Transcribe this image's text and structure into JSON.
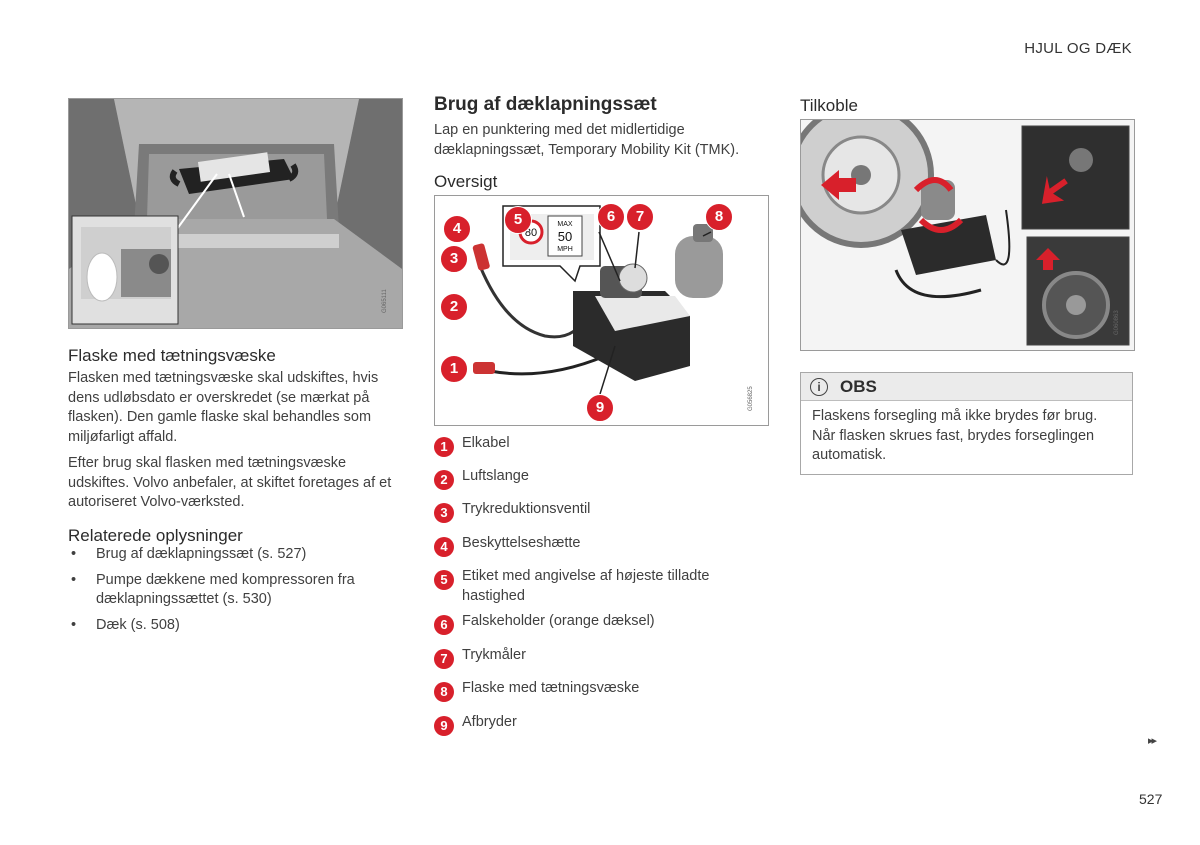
{
  "header": {
    "section": "HJUL OG DÆK"
  },
  "left": {
    "figure_id": "G065111",
    "bottle_heading": "Flaske med tætningsvæske",
    "bottle_p1": "Flasken med tætningsvæske skal udskiftes, hvis dens udløbsdato er overskredet (se mærkat på flasken). Den gamle flaske skal behandles som miljøfarligt affald.",
    "bottle_p2": "Efter brug skal flasken med tætningsvæske udskiftes. Volvo anbefaler, at skiftet foretages af et autoriseret Volvo-værksted.",
    "related_heading": "Relaterede oplysninger",
    "related": [
      "Brug af dæklapningssæt (s. 527)",
      "Pumpe dækkene med kompressoren fra dæklapningssættet (s. 530)",
      "Dæk (s. 508)"
    ]
  },
  "middle": {
    "title": "Brug af dæklapningssæt",
    "intro": "Lap en punktering med det midlertidige dæklapningssæt, Temporary Mobility Kit (TMK).",
    "overview_heading": "Oversigt",
    "figure_id": "G056825",
    "label_max": "MAX",
    "label_80": "80",
    "label_50": "50",
    "label_mph": "MPH",
    "legend": [
      {
        "n": "1",
        "text": "Elkabel"
      },
      {
        "n": "2",
        "text": "Luftslange"
      },
      {
        "n": "3",
        "text": "Trykreduktionsventil"
      },
      {
        "n": "4",
        "text": "Beskyttelseshætte"
      },
      {
        "n": "5",
        "text": "Etiket med angivelse af højeste tilladte hastighed"
      },
      {
        "n": "6",
        "text": "Falskeholder (orange dæksel)"
      },
      {
        "n": "7",
        "text": "Trykmåler"
      },
      {
        "n": "8",
        "text": "Flaske med tætningsvæske"
      },
      {
        "n": "9",
        "text": "Afbryder"
      }
    ]
  },
  "right": {
    "connect_heading": "Tilkoble",
    "figure_id": "G060863",
    "obs_title": "OBS",
    "obs_icon": "info-icon",
    "obs_text": "Flaskens forsegling må ikke brydes før brug. Når flasken skrues fast, brydes forseglingen automatisk."
  },
  "footer": {
    "continue_icon": "double-arrow-right-icon",
    "continue_glyph": "▸▸",
    "page_number": "527"
  },
  "colors": {
    "callout_red": "#d8202b",
    "note_header_bg": "#ebebeb"
  }
}
